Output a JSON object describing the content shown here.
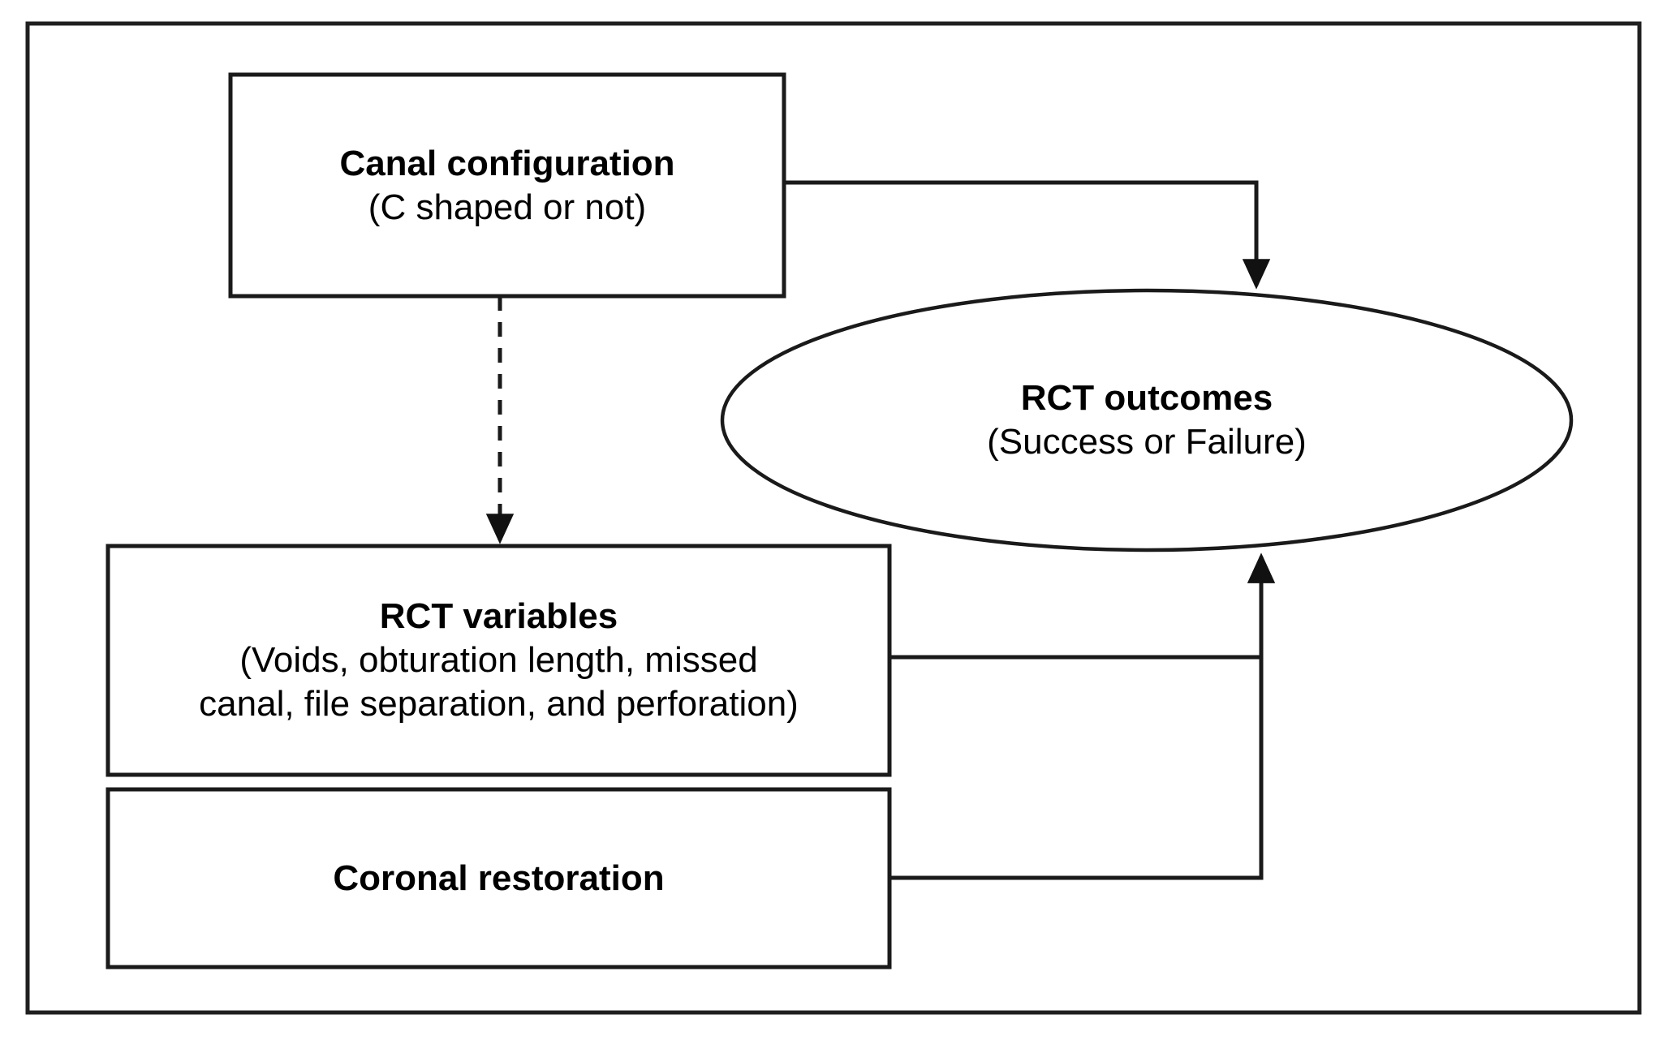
{
  "diagram": {
    "type": "flowchart",
    "frame": {
      "stroke_color": "#1a1a1a"
    },
    "nodes": [
      {
        "id": "canal-configuration",
        "shape": "rectangle",
        "title": "Canal configuration",
        "subtitle": "(C shaped or not)"
      },
      {
        "id": "rct-variables",
        "shape": "rectangle",
        "title": "RCT variables",
        "subtitle_line1": "(Voids, obturation length, missed",
        "subtitle_line2": "canal, file separation, and perforation)"
      },
      {
        "id": "coronal-restoration",
        "shape": "rectangle",
        "title": "Coronal restoration",
        "subtitle": ""
      },
      {
        "id": "rct-outcomes",
        "shape": "ellipse",
        "title": "RCT outcomes",
        "subtitle": "(Success or Failure)"
      }
    ],
    "edges": [
      {
        "id": "canal-to-outcomes",
        "from": "canal-configuration",
        "to": "rct-outcomes",
        "style": "solid",
        "arrow": "end"
      },
      {
        "id": "canal-to-variables",
        "from": "canal-configuration",
        "to": "rct-variables",
        "style": "dashed",
        "arrow": "end"
      },
      {
        "id": "variables-to-outcomes",
        "from": "rct-variables",
        "to": "rct-outcomes",
        "style": "solid",
        "arrow": "end"
      },
      {
        "id": "restoration-to-outcomes",
        "from": "coronal-restoration",
        "to": "rct-outcomes",
        "style": "solid",
        "arrow": "end"
      }
    ]
  }
}
